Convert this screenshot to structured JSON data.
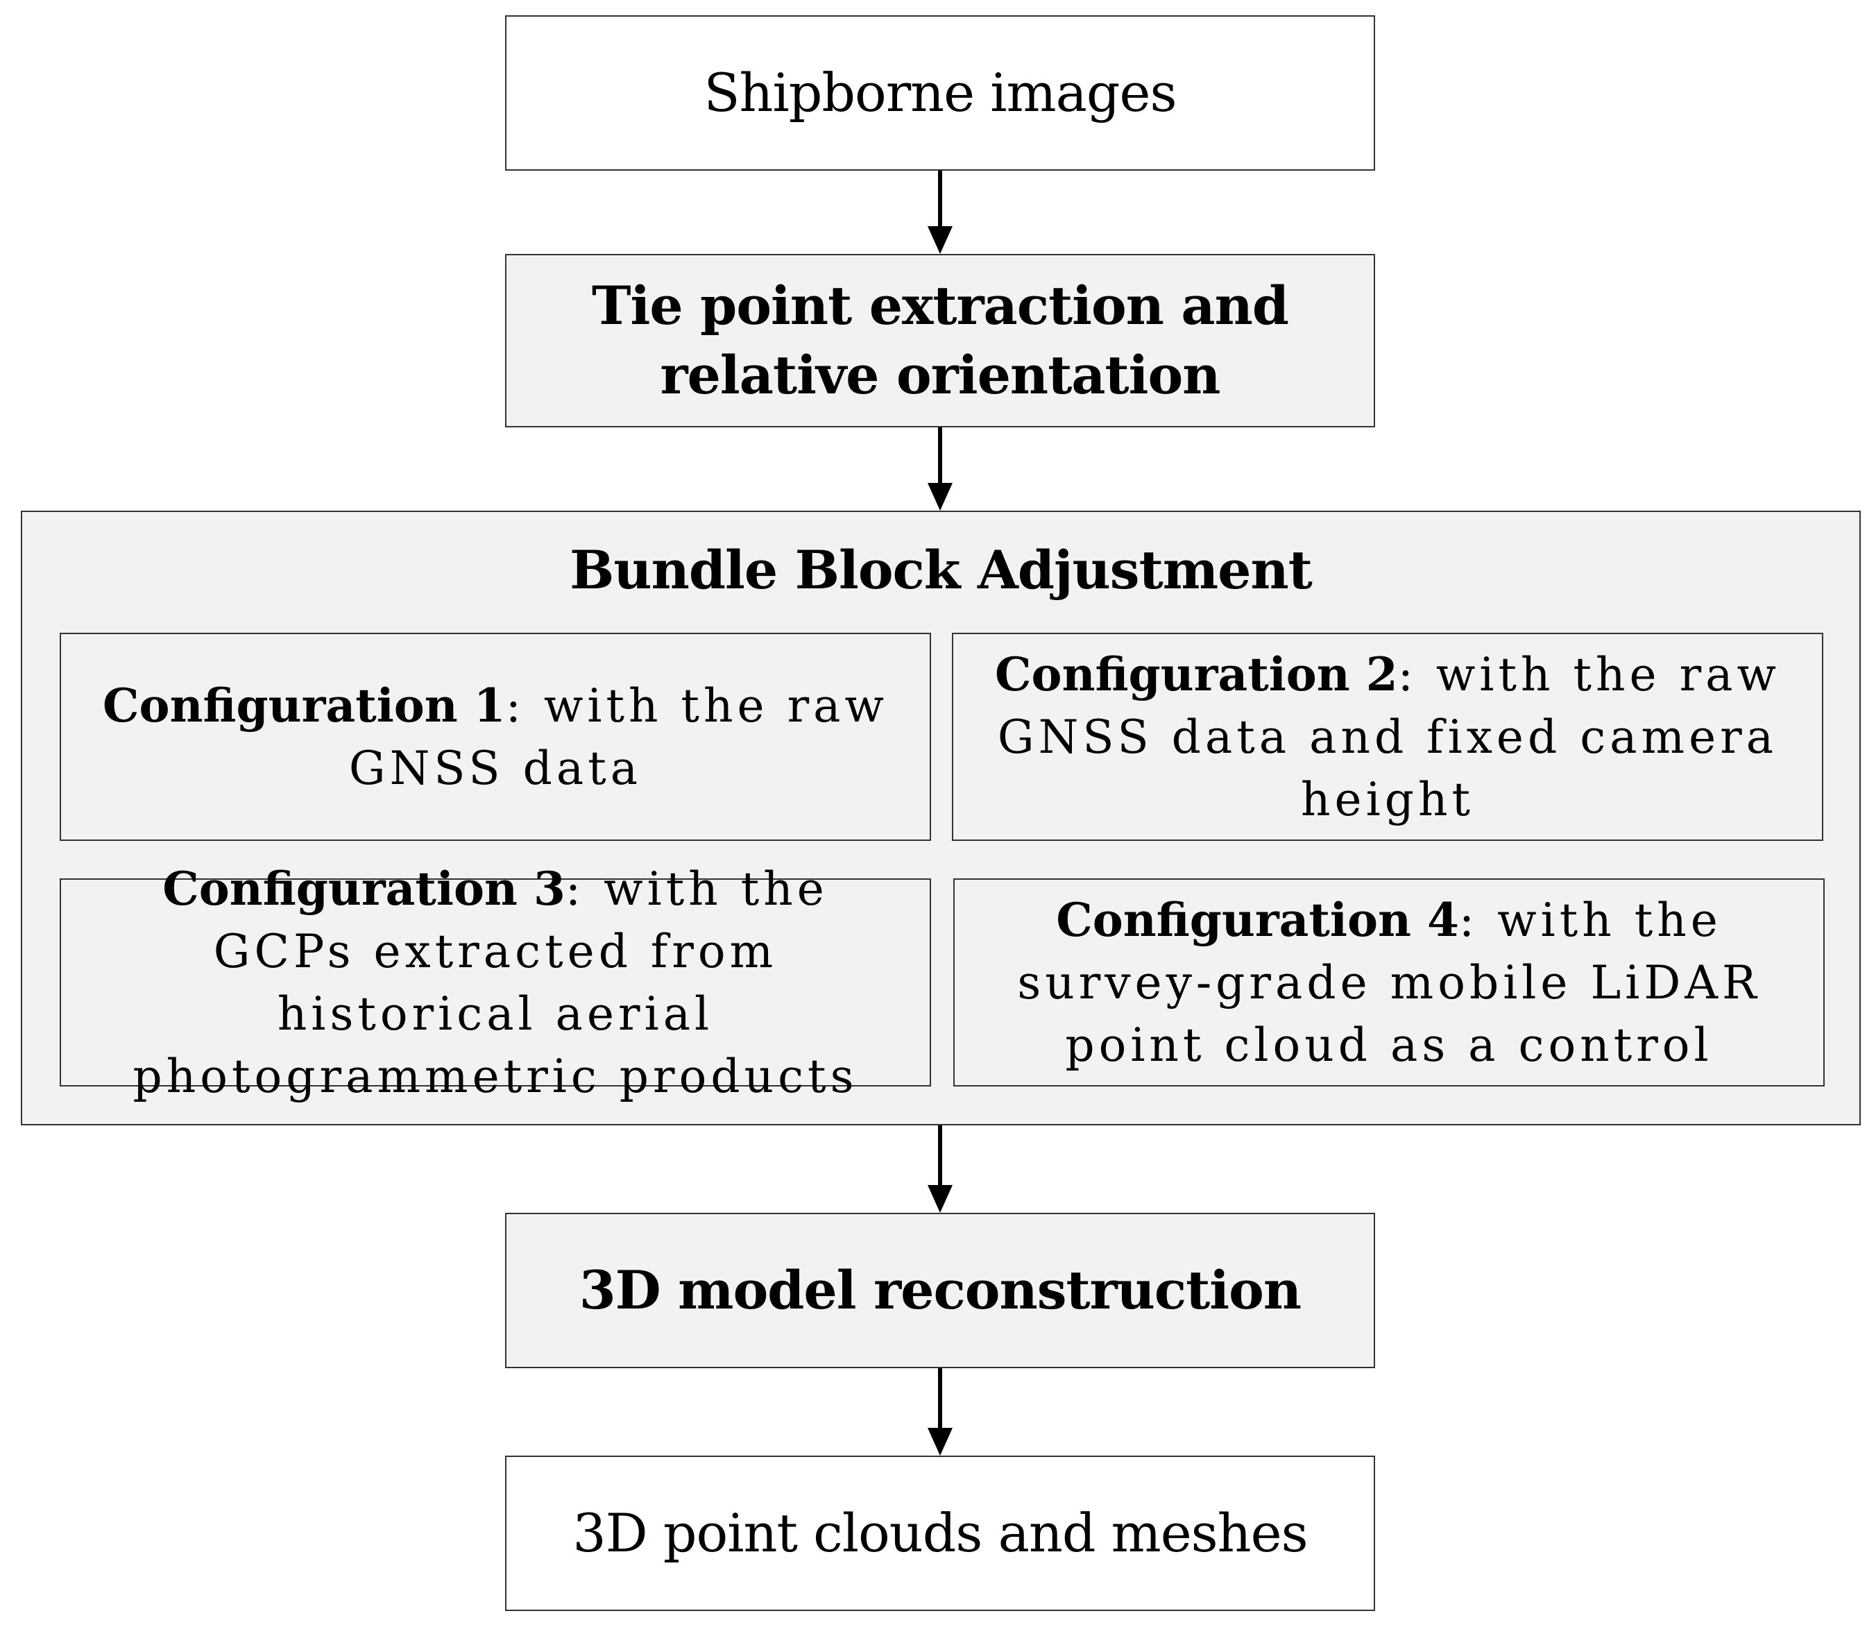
{
  "steps": {
    "input": "Shipborne images",
    "tie_point": "Tie point extraction and relative orientation",
    "reconstruction": "3D model reconstruction",
    "output": "3D point clouds and meshes"
  },
  "bundle_block": {
    "title": "Bundle Block Adjustment",
    "configs": [
      {
        "label": "Configuration 1",
        "text": ": with the raw GNSS data"
      },
      {
        "label": "Configuration 2",
        "text": ":  with the raw GNSS data and fixed camera height"
      },
      {
        "label": "Configuration 3",
        "text": ": with the GCPs extracted from historical aerial photogrammetric products"
      },
      {
        "label": "Configuration 4",
        "text": ": with the survey-grade mobile LiDAR point cloud as a control"
      }
    ]
  },
  "colors": {
    "box_fill_shaded": "#f2f2f2",
    "box_fill_plain": "#ffffff",
    "border": "#333333",
    "arrow": "#000000"
  }
}
